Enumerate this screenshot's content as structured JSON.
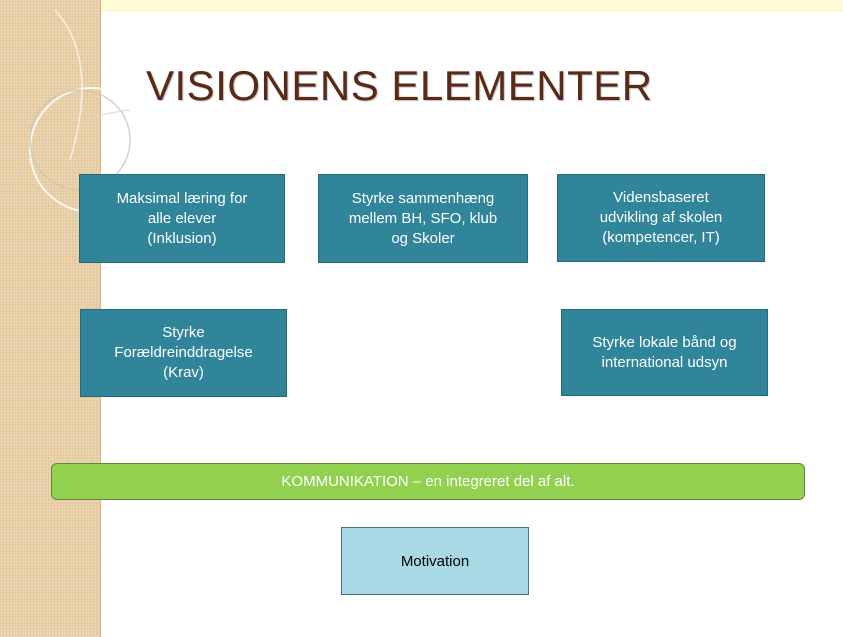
{
  "slide": {
    "title": "VISIONENS ELEMENTER"
  },
  "boxes": [
    {
      "text": "Maksimal læring for\nalle elever\n(Inklusion)"
    },
    {
      "text": "Styrke sammenhæng\nmellem BH, SFO, klub\nog Skoler"
    },
    {
      "text": "Vidensbaseret\nudvikling af skolen\n(kompetencer, IT)"
    },
    {
      "text": "Styrke\nForældreinddragelse\n(Krav)"
    },
    {
      "text": "Styrke lokale bånd og\ninternational udsyn"
    }
  ],
  "communication_bar": {
    "text": "KOMMUNIKATION – en integreret del af alt."
  },
  "motivation_box": {
    "text": "Motivation"
  },
  "colors": {
    "title": "#5a2a18",
    "box_fill": "#31859b",
    "bar_fill": "#92d050",
    "motivation_fill": "#a9d9e5",
    "side_band": "#e9cfa6",
    "top_band": "#fffbd5"
  }
}
